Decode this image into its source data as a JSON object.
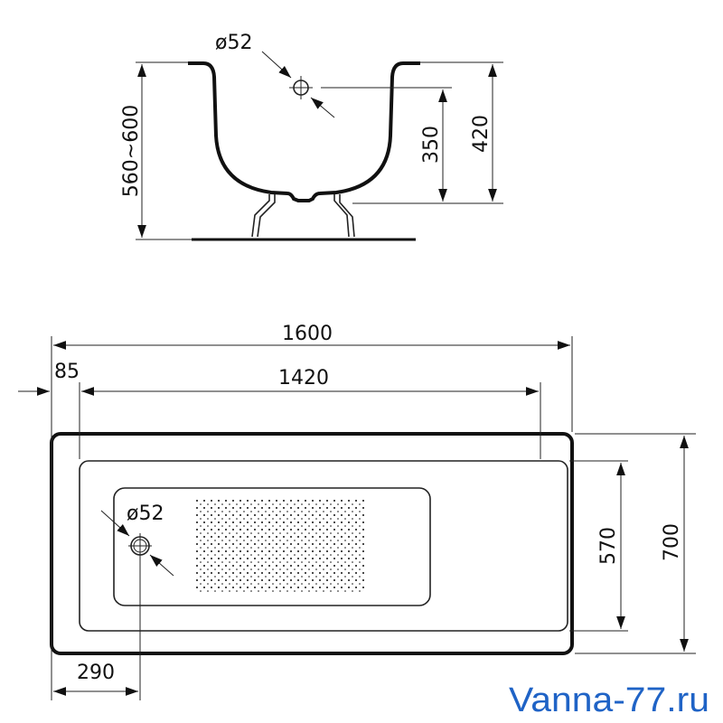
{
  "side_view": {
    "drain_diameter_label": "ø52",
    "height_total_label": "560~600",
    "drain_height_label": "350",
    "depth_label": "420"
  },
  "top_view": {
    "length_label": "1600",
    "inner_length_label": "1420",
    "rim_offset_label": "85",
    "drain_diameter_label": "ø52",
    "inner_width_label": "570",
    "width_label": "700",
    "drain_offset_label": "290"
  },
  "watermark": {
    "text": "Vanna-77.ru",
    "color": "#1f63c6"
  }
}
